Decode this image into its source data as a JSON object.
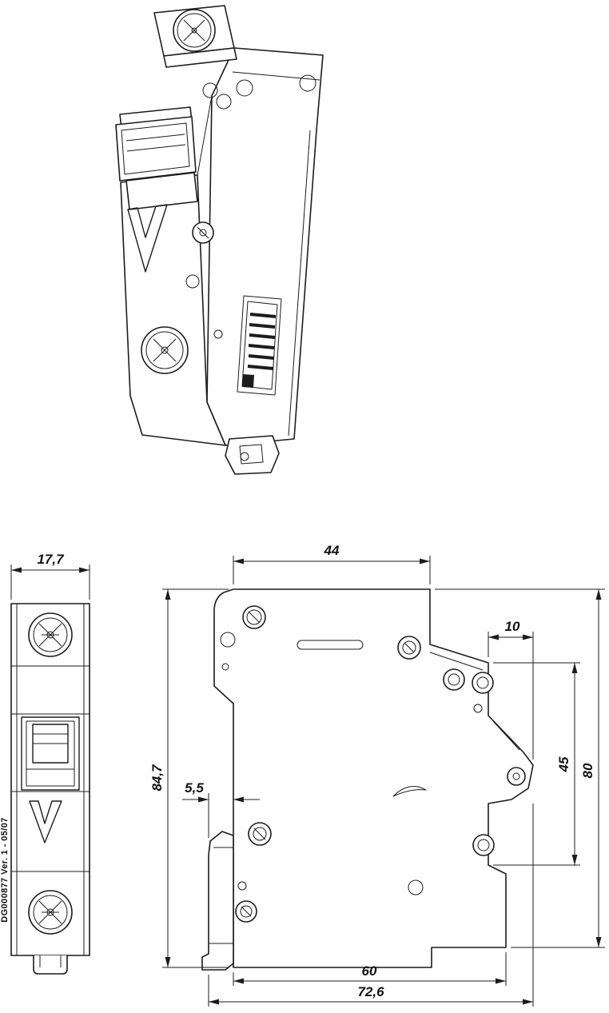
{
  "page": {
    "background": "#ffffff",
    "ink": "#1c1c1c"
  },
  "drawing": {
    "doc_ref": "DG000877 Ver. 1 - 05/07",
    "dimensions": {
      "front_width": "17,7",
      "top_depth": "44",
      "hook_depth": "10",
      "rail_cutout_height": "45",
      "back_height": "80",
      "total_height": "84,7",
      "clip_protrusion": "5,5",
      "base_depth": "60",
      "total_depth": "72,6"
    }
  }
}
